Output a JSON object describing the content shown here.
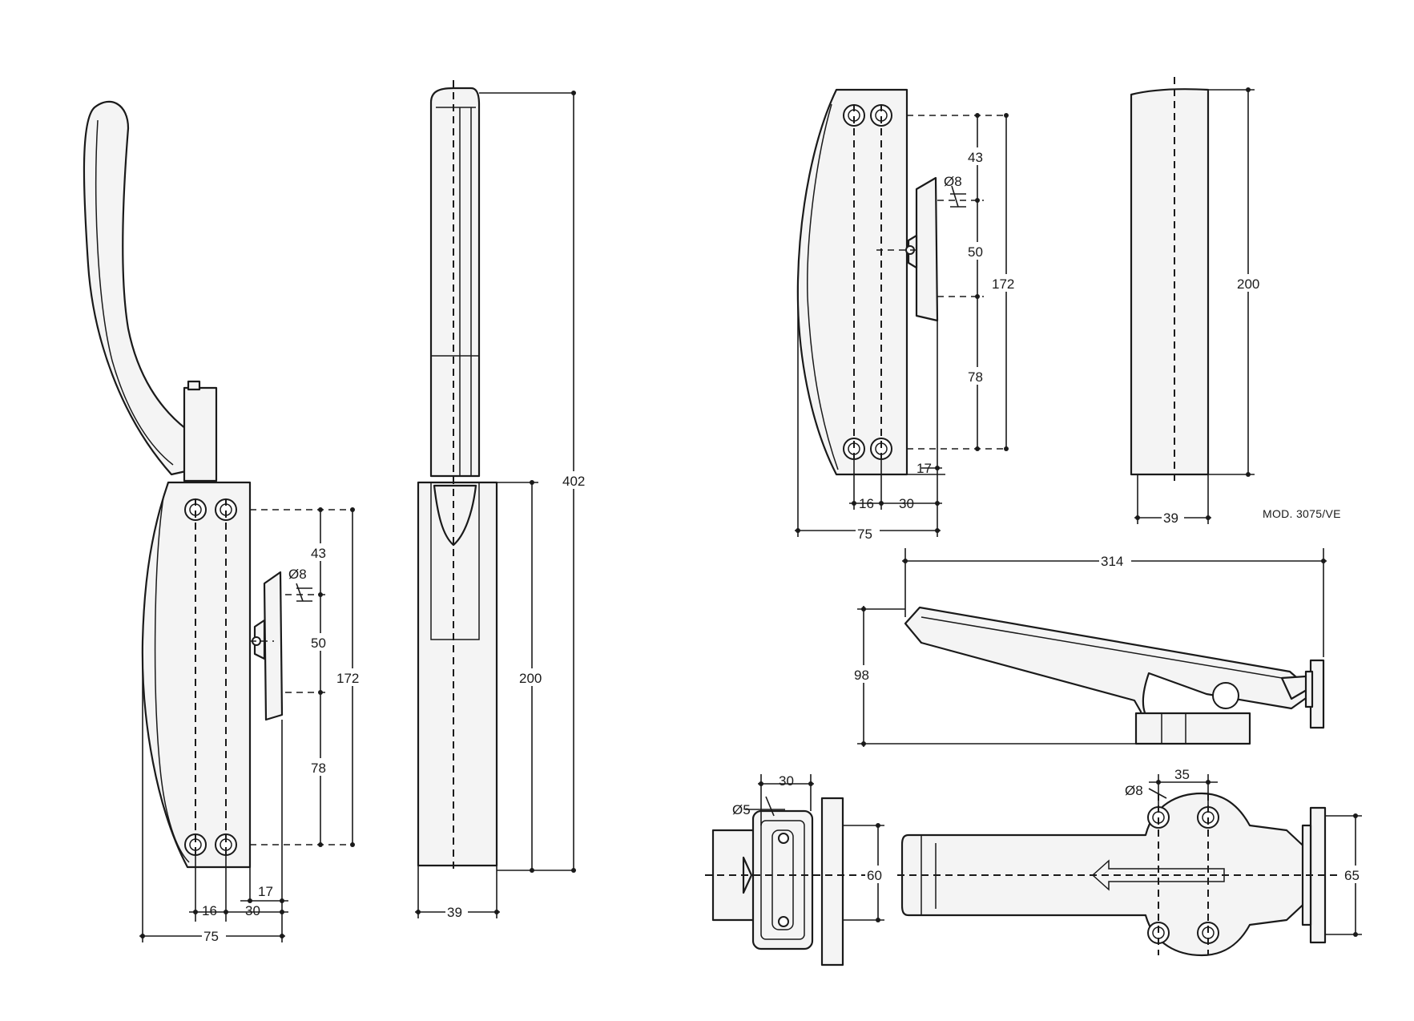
{
  "model_label": "MOD. 3075/VE",
  "front_view": {
    "d_43": "43",
    "d_dia8": "Ø8",
    "d_50": "50",
    "d_172": "172",
    "d_78": "78",
    "d_17": "17",
    "d_16": "16",
    "d_30": "30",
    "d_75": "75"
  },
  "side_view": {
    "d_402": "402",
    "d_200": "200",
    "d_39": "39"
  },
  "strike_view": {
    "d_43": "43",
    "d_dia8": "Ø8",
    "d_50": "50",
    "d_172": "172",
    "d_78": "78",
    "d_17": "17",
    "d_16": "16",
    "d_30": "30",
    "d_75": "75"
  },
  "strike_side_view": {
    "d_200": "200",
    "d_39": "39"
  },
  "open_view": {
    "d_314": "314",
    "d_98": "98"
  },
  "bottom_left_view": {
    "d_30": "30",
    "d_dia5": "Ø5",
    "d_60": "60"
  },
  "top_view": {
    "d_dia8": "Ø8",
    "d_35": "35",
    "d_65": "65"
  }
}
